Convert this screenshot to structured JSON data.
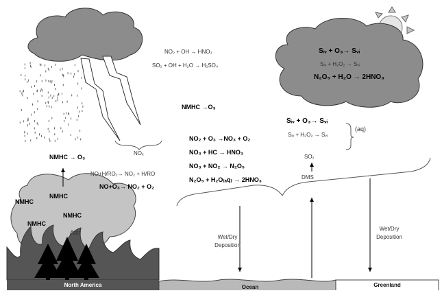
{
  "regions": {
    "north_america": "North America",
    "ocean": "Ocean",
    "greenland": "Greenland"
  },
  "fire": {
    "nmhc_labels": [
      "NMHC",
      "NMHC",
      "NMHC",
      "NMHC"
    ],
    "ash": "Ash"
  },
  "storm": {
    "nox": "NOₓ",
    "nmhc_o3": "NMHC → O₃"
  },
  "gas_phase_top": [
    "NO₂ + OH → HNO₃",
    "SO₂ + OH + H₂O → H₂SO₄"
  ],
  "mid_nmhc": "NMHC →O₃",
  "central_reactions": [
    "NO₂ + O₃ →NO₃ + O₂",
    "NO₃ + HC → HNO₃",
    "NO₃ + NO₂ → N₂O₅",
    "N₂O₅ + H₂O₍ₐq₎ → 2HNO₃"
  ],
  "left_reactions": {
    "line1": "NO+H/RO₂→ NO₂ + H/RO",
    "line2": "NO+O₃→ NO₂ + O₂"
  },
  "aqueous": {
    "line1": "Sᵢᵥ + O₃→ Sᵥᵢ",
    "line2": "Sᵢᵥ + H₂O₂ → Sᵥᵢ",
    "tag": "(aq)"
  },
  "cloud_reactions": [
    "Sᵢᵥ + O₃→ Sᵥᵢ",
    "Sᵢᵥ + H₂O₂ → Sᵥᵢ",
    "N₂O₅ + H₂O → 2HNO₃"
  ],
  "sulfur": {
    "so2": "SO₂",
    "dms": "DMS"
  },
  "deposition": {
    "left": [
      "Wet/Dry",
      "Deposition"
    ],
    "right": [
      "Wet/Dry",
      "Deposition"
    ]
  },
  "colors": {
    "cloud": "#8c8c8c",
    "smoke": "#c4c4c4",
    "flame": "#555555",
    "trees": "#000000",
    "ground": "#555555",
    "ocean": "#b9b9b9",
    "greenland": "#ffffff"
  }
}
